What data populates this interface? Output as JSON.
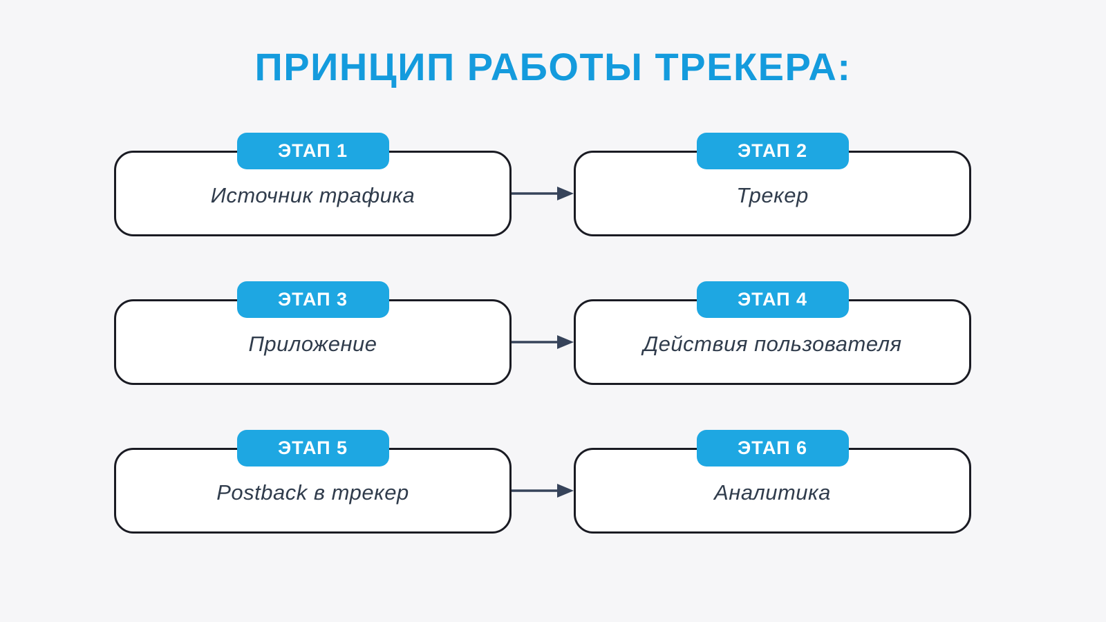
{
  "title": "ПРИНЦИП РАБОТЫ ТРЕКЕРА:",
  "stages": [
    {
      "badge": "ЭТАП 1",
      "label": "Источник трафика"
    },
    {
      "badge": "ЭТАП 2",
      "label": "Трекер"
    },
    {
      "badge": "ЭТАП 3",
      "label": "Приложение"
    },
    {
      "badge": "ЭТАП 4",
      "label": "Действия пользователя"
    },
    {
      "badge": "ЭТАП 5",
      "label": "Postback в трекер"
    },
    {
      "badge": "ЭТАП 6",
      "label": "Аналитика"
    }
  ],
  "connections": [
    {
      "from": "ЭТАП 1",
      "to": "ЭТАП 2"
    },
    {
      "from": "ЭТАП 3",
      "to": "ЭТАП 4"
    },
    {
      "from": "ЭТАП 5",
      "to": "ЭТАП 6"
    }
  ],
  "colors": {
    "background": "#f6f6f8",
    "title_blue": "#149bdd",
    "badge_blue": "#1ea7e2",
    "badge_text": "#ffffff",
    "box_fill": "#ffffff",
    "box_border": "#1a1b23",
    "label_text": "#303c4c",
    "arrow": "#36435a"
  }
}
